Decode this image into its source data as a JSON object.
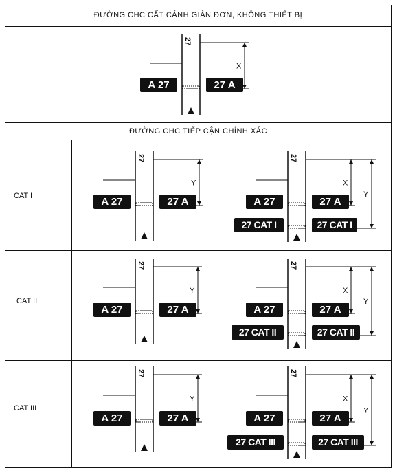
{
  "headers": {
    "takeoff": "ĐƯỜNG CHC CẤT CÁNH GIẢN ĐƠN, KHÔNG THIẾT BỊ",
    "precision": "ĐƯỜNG CHC TIẾP CẬN CHÍNH XÁC"
  },
  "categories": {
    "cat1": "CAT I",
    "cat2": "CAT II",
    "cat3": "CAT III"
  },
  "signs": {
    "runway_left": "A 27",
    "runway_right": "27 A",
    "cat1": "27 CAT I",
    "cat2": "27 CAT II",
    "cat3": "27 CAT III"
  },
  "runway_designation": "27",
  "distance_labels": {
    "x": "X",
    "y": "Y"
  },
  "colors": {
    "line": "#111111",
    "sign_bg": "#111111",
    "sign_text": "#ffffff"
  },
  "icons": {
    "aircraft_marker": "arrow-up-triangle"
  }
}
